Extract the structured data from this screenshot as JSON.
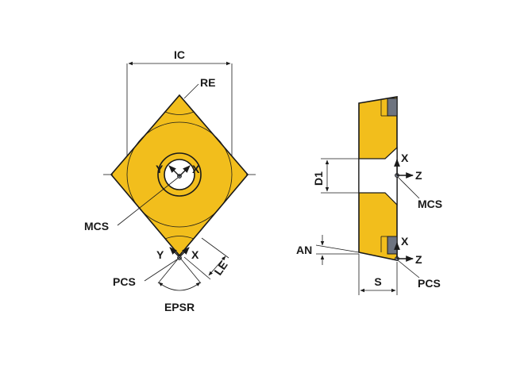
{
  "colors": {
    "insert_fill": "#F2BE1C",
    "corner_fill": "#6E7480",
    "line": "#1A1A1A",
    "background": "#FFFFFF"
  },
  "front_view": {
    "labels": {
      "ic": "IC",
      "re": "RE",
      "y_center": "Y",
      "x_center": "X",
      "mcs": "MCS",
      "y_bottom": "Y",
      "x_bottom": "X",
      "pcs": "PCS",
      "le": "LE",
      "epsr": "EPSR"
    }
  },
  "side_view": {
    "labels": {
      "d1": "D1",
      "x_mcs": "X",
      "z_mcs": "Z",
      "mcs": "MCS",
      "an": "AN",
      "x_pcs": "X",
      "z_pcs": "Z",
      "pcs": "PCS",
      "s": "S"
    }
  }
}
